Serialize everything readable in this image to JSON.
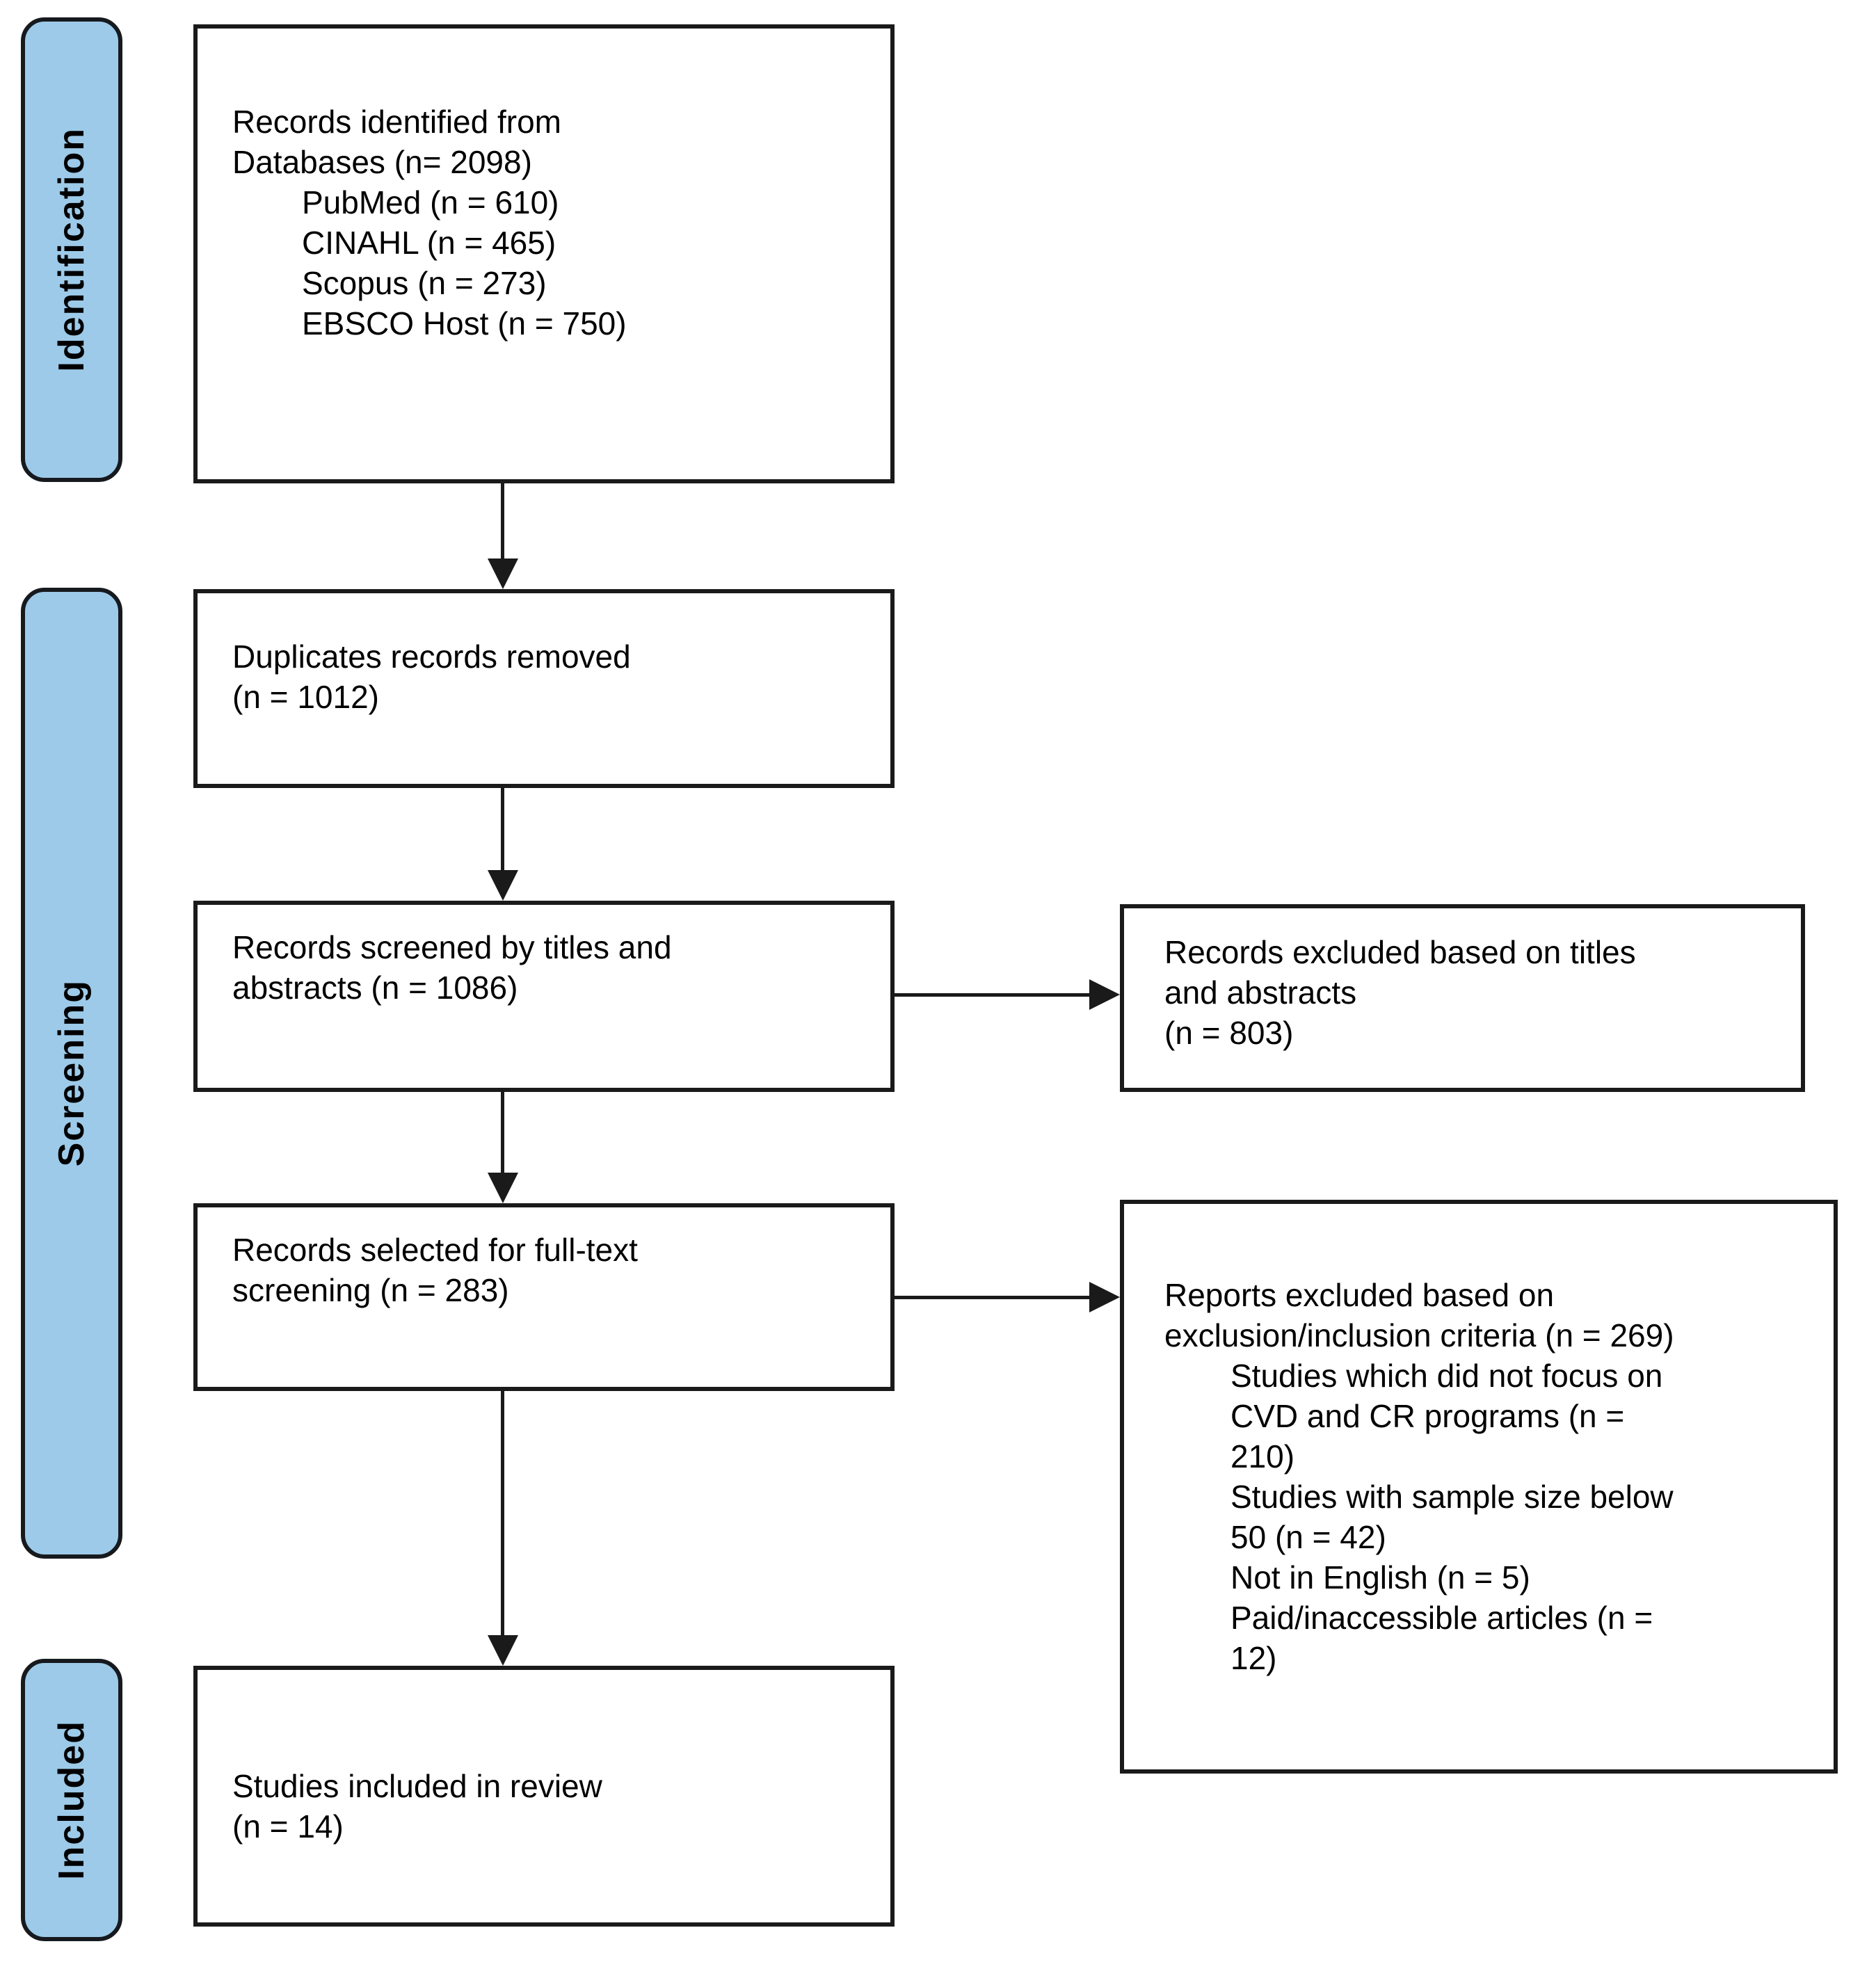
{
  "diagram_title": "PRISMA study selection flow diagram",
  "colors": {
    "stage_fill": "#9DCAE9",
    "stage_border": "#16191E",
    "box_border": "#1A1A1A",
    "box_bg": "#FFFFFF",
    "arrow": "#1A1A1A"
  },
  "sidebar": {
    "stages": [
      "Identification",
      "Screening",
      "Included"
    ]
  },
  "flow": {
    "identified": {
      "text": "Records identified from\nDatabases (n= 2098)",
      "sources": [
        "PubMed (n = 610)",
        "CINAHL (n = 465)",
        "Scopus (n = 273)",
        "EBSCO Host (n = 750)"
      ]
    },
    "duplicates": {
      "text": "Duplicates records removed\n(n = 1012)"
    },
    "screened": {
      "text": "Records screened by titles and\nabstracts (n = 1086)"
    },
    "fulltext": {
      "text": "Records selected for full-text\nscreening (n = 283)"
    },
    "included": {
      "text": "Studies included in review\n(n = 14)"
    }
  },
  "exclusions": {
    "titles_abstracts": {
      "text": "Records excluded based on titles\nand abstracts\n(n = 803)"
    },
    "reports": {
      "intro": "Reports excluded based on\nexclusion/inclusion criteria (n = 269)",
      "reasons": [
        "Studies which did not focus on\nCVD and CR programs (n =\n210)",
        "Studies with sample size below\n50 (n = 42)",
        "Not in English (n = 5)",
        "Paid/inaccessible articles (n =\n12)"
      ]
    }
  }
}
